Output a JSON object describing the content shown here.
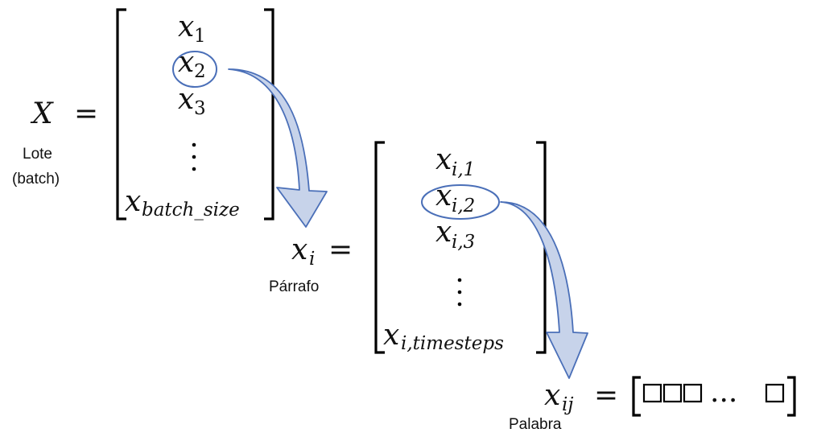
{
  "matrix_X": {
    "symbol": "X",
    "equals": "=",
    "entries": [
      {
        "var": "x",
        "sub": "1"
      },
      {
        "var": "x",
        "sub": "2"
      },
      {
        "var": "x",
        "sub": "3"
      },
      {
        "var": "x",
        "sub": "batch_size"
      }
    ],
    "label_line1": "Lote",
    "label_line2": "(batch)"
  },
  "matrix_xi": {
    "symbol": "x",
    "symbol_sub": "i",
    "equals": "=",
    "entries": [
      {
        "var": "x",
        "sub": "i,1"
      },
      {
        "var": "x",
        "sub": "i,2"
      },
      {
        "var": "x",
        "sub": "i,3"
      },
      {
        "var": "x",
        "sub": "i,timesteps"
      }
    ],
    "label": "Párrafo"
  },
  "vector_xij": {
    "symbol": "x",
    "symbol_sub": "ij",
    "equals": "=",
    "ellipsis": "...",
    "label": "Palabra"
  },
  "colors": {
    "arrow_fill": "#c7d3ea",
    "arrow_stroke": "#4a6fb8",
    "highlight_circle": "#4a6fb8"
  }
}
